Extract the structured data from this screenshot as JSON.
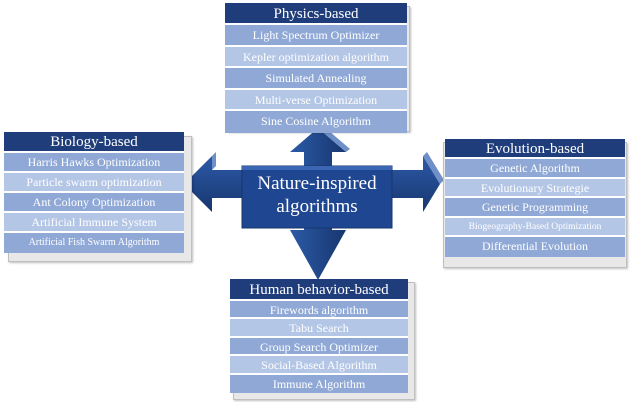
{
  "center": {
    "line1": "Nature-inspired",
    "line2": "algorithms"
  },
  "categories": {
    "physics": {
      "title": "Physics-based",
      "items": [
        "Light Spectrum Optimizer",
        "Kepler optimization algorithm",
        "Simulated Annealing",
        "Multi-verse Optimization",
        "Sine Cosine Algorithm"
      ]
    },
    "biology": {
      "title": "Biology-based",
      "items": [
        "Harris Hawks Optimization",
        "Particle swarm optimization",
        "Ant Colony Optimization",
        "Artificial Immune System",
        "Artificial Fish Swarm Algorithm"
      ]
    },
    "evolution": {
      "title": "Evolution-based",
      "items": [
        "Genetic Algorithm",
        "Evolutionary Strategie",
        "Genetic Programming",
        "Biogeography-Based Optimization",
        "Differential Evolution"
      ]
    },
    "human": {
      "title": "Human behavior-based",
      "items": [
        "Firewords algorithm",
        "Tabu Search",
        "Group Search Optimizer",
        "Social-Based Algorithm",
        "Immune Algorithm"
      ]
    }
  },
  "colors": {
    "header": "#1f3d7a",
    "arrow": "#1f4f9a",
    "item_dark": "#8fa8d6",
    "item_light": "#b4c6e6"
  }
}
